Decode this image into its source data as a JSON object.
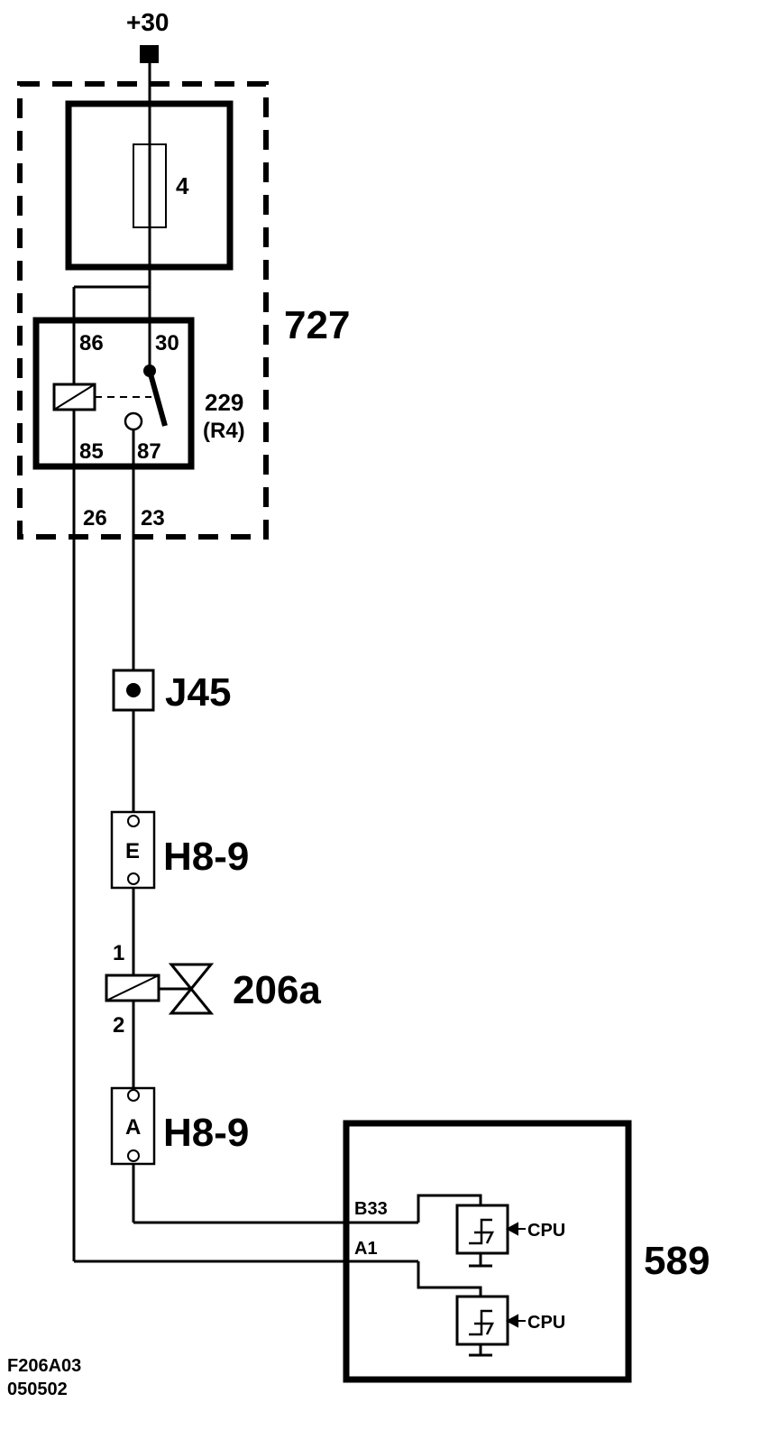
{
  "supply": {
    "label": "+30"
  },
  "fuse": {
    "label": "4"
  },
  "module_727": {
    "label": "727"
  },
  "relay": {
    "label": "229",
    "sub_label": "(R4)",
    "pin_86": "86",
    "pin_30": "30",
    "pin_85": "85",
    "pin_87": "87"
  },
  "module_pins": {
    "left": "26",
    "right": "23"
  },
  "splice": {
    "label": "J45"
  },
  "connector_top": {
    "pin": "E",
    "label": "H8-9"
  },
  "solenoid": {
    "label": "206a",
    "pin_1": "1",
    "pin_2": "2"
  },
  "connector_bottom": {
    "pin": "A",
    "label": "H8-9"
  },
  "ecu": {
    "label": "589",
    "pin_b33": "B33",
    "pin_a1": "A1",
    "driver_1": "CPU",
    "driver_2": "CPU"
  },
  "footer": {
    "code": "F206A03",
    "date": "050502"
  }
}
